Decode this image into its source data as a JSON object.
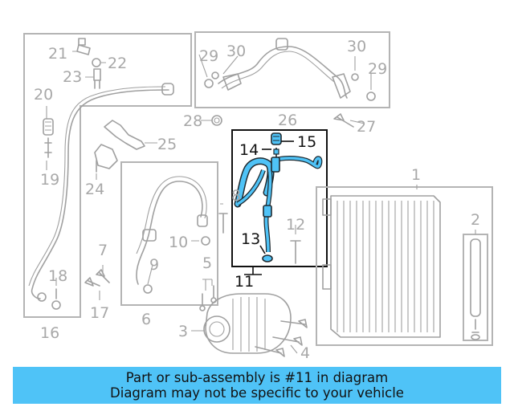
{
  "diagram": {
    "highlight_color": "#4fc3f7",
    "highlighted_callout": "11",
    "callouts": {
      "c1": "1",
      "c2": "2",
      "c3": "3",
      "c4": "4",
      "c5": "5",
      "c6": "6",
      "c7": "7",
      "c8": "8",
      "c9": "9",
      "c10": "10",
      "c11": "11",
      "c12": "12",
      "c13": "13",
      "c14": "14",
      "c15": "15",
      "c16": "16",
      "c17": "17",
      "c18": "18",
      "c19": "19",
      "c20": "20",
      "c21": "21",
      "c22": "22",
      "c23": "23",
      "c24": "24",
      "c25": "25",
      "c26": "26",
      "c27": "27",
      "c28": "28",
      "c29a": "29",
      "c29b": "29",
      "c30a": "30",
      "c30b": "30"
    }
  },
  "banner": {
    "line1": "Part or sub-assembly is #11 in diagram",
    "line2": "Diagram may not be specific to your vehicle",
    "color": "#4fc3f7"
  }
}
